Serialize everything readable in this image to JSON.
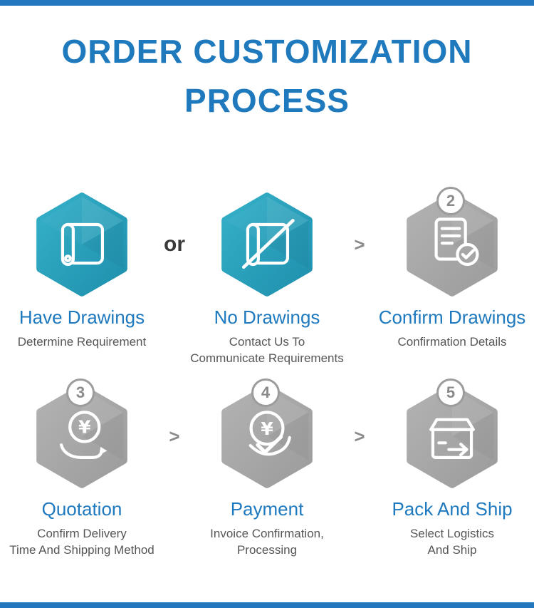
{
  "colors": {
    "accent_blue": "#1f79bd",
    "bar_blue": "#2277bd",
    "teal_hexagon": "#2aa3be",
    "gray_hexagon": "#a6a6a6",
    "step_title_blue": "#1e79be",
    "desc_gray": "#565656"
  },
  "header": {
    "title_line1": "ORDER CUSTOMIZATION",
    "title_line2": "PROCESS"
  },
  "separators": {
    "or": "or",
    "arrow": ">"
  },
  "steps": [
    {
      "icon": "have-drawings-icon",
      "variant": "teal",
      "title": "Have Drawings",
      "desc": "Determine Requirement"
    },
    {
      "icon": "no-drawings-icon",
      "variant": "teal",
      "title": "No Drawings",
      "desc": "Contact Us To\nCommunicate Requirements"
    },
    {
      "icon": "confirm-drawings-icon",
      "variant": "gray",
      "badge": "2",
      "title": "Confirm Drawings",
      "desc": "Confirmation Details"
    },
    {
      "icon": "quotation-icon",
      "variant": "gray",
      "badge": "3",
      "title": "Quotation",
      "desc": "Confirm Delivery\nTime And Shipping Method"
    },
    {
      "icon": "payment-icon",
      "variant": "gray",
      "badge": "4",
      "title": "Payment",
      "desc": "Invoice Confirmation,\nProcessing"
    },
    {
      "icon": "pack-and-ship-icon",
      "variant": "gray",
      "badge": "5",
      "title": "Pack And Ship",
      "desc": "Select Logistics\nAnd Ship"
    }
  ]
}
